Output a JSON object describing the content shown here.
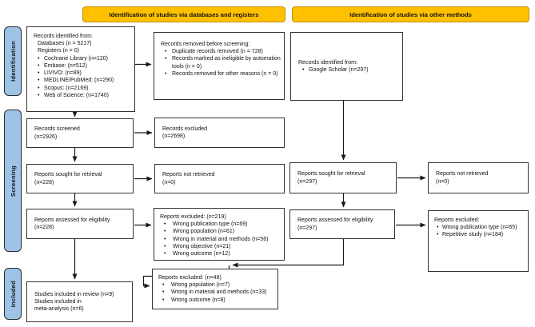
{
  "headers": {
    "left": "Identification of studies via databases and registers",
    "right": "Identification of studies via other methods"
  },
  "sidebar": {
    "identification": "Identification",
    "screening": "Screening",
    "included": "Included"
  },
  "colors": {
    "header_bg": "#FFC000",
    "stage_bg": "#9DC3E6",
    "box_border": "#333333",
    "line_color": "#1a1a1a"
  },
  "boxes": {
    "db_identified": {
      "title": "Records identified from:",
      "line1": "Databases (n = 5217)",
      "line2": "Registers (n = 0)",
      "bullets": [
        "Cochrane Library (n=120)",
        "Embase: (n=512)",
        "LIVIVO: (n=89)",
        "MEDLINE/PubMed: (n=290)",
        "Scopus: (n=2169)",
        "Web of Science: (n=1740)"
      ]
    },
    "records_removed": {
      "title": "Records removed before screening:",
      "bullets": [
        "Duplicate records removed (n = 728)",
        "Records marked as ineligible by automation tools (n = 0)",
        "Records removed for other reasons (n = 0)"
      ]
    },
    "other_identified": {
      "title": "Records identified from:",
      "bullets": [
        "Google Scholar (n=297)"
      ]
    },
    "records_screened": {
      "line1": "Records screened",
      "line2": "(n=2926)"
    },
    "records_excluded": {
      "line1": "Records excluded",
      "line2": "(n=2698)"
    },
    "sought_left": {
      "line1": "Reports sought for retrieval",
      "line2": "(n=228)"
    },
    "not_retrieved_left": {
      "line1": "Reports not retrieved",
      "line2": "(n=0)"
    },
    "assessed_left": {
      "line1": "Reports assessed for eligibility",
      "line2": "(n=228)"
    },
    "excluded_left": {
      "title": "Reports excluded: (n=219)",
      "bullets": [
        "Wrong publication type (n=69)",
        "Wrong population (n=61)",
        "Wrong in material and methods (n=56)",
        "Wrong objective (n=21)",
        "Wrong outcome (n=12)"
      ]
    },
    "sought_right": {
      "line1": "Reports sought for retrieval",
      "line2": "(n=297)"
    },
    "not_retrieved_right": {
      "line1": "Reports not retrieved",
      "line2": "(n=0)"
    },
    "assessed_right": {
      "line1": "Reports assessed for eligibility",
      "line2": "(n=297)"
    },
    "excluded_right": {
      "title": "Reports excluded:",
      "bullets": [
        "Wrong publication type (n=65)",
        "Repetitive study (n=184)"
      ]
    },
    "included_studies": {
      "line1": "Studies included in review (n=9)",
      "line2": "Studies included in",
      "line3": "meta-analysis (n=6)"
    },
    "excluded_final": {
      "title": "Reports excluded: (n=48)",
      "bullets": [
        "Wrong population (n=7)",
        "Wrong in material and methods (n=33)",
        "Wrong outcome (n=8)"
      ]
    }
  }
}
